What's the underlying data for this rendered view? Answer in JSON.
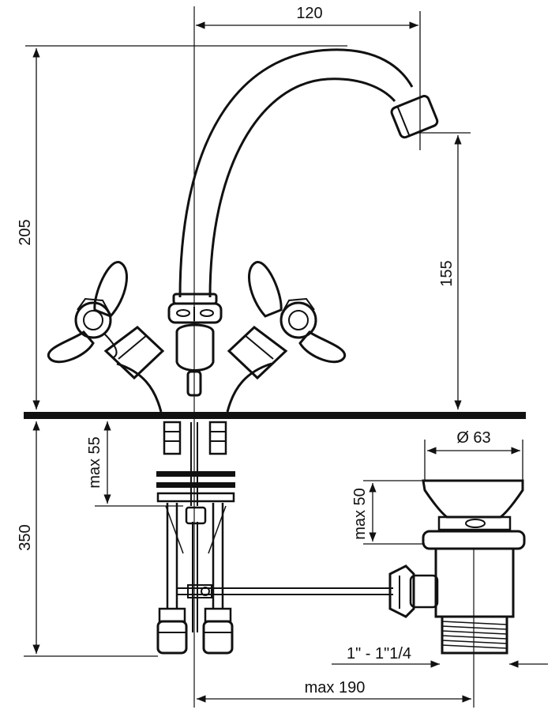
{
  "dimensions": {
    "spout_reach": "120",
    "total_height": "205",
    "spout_height": "155",
    "deck_thickness_max": "max 55",
    "below_deck_length": "350",
    "waste_diameter": "Ø 63",
    "waste_top_height": "max 50",
    "thread_size": "1\" - 1\"1/4",
    "waste_offset": "max 190"
  },
  "colors": {
    "line": "#111111",
    "background": "#ffffff"
  }
}
